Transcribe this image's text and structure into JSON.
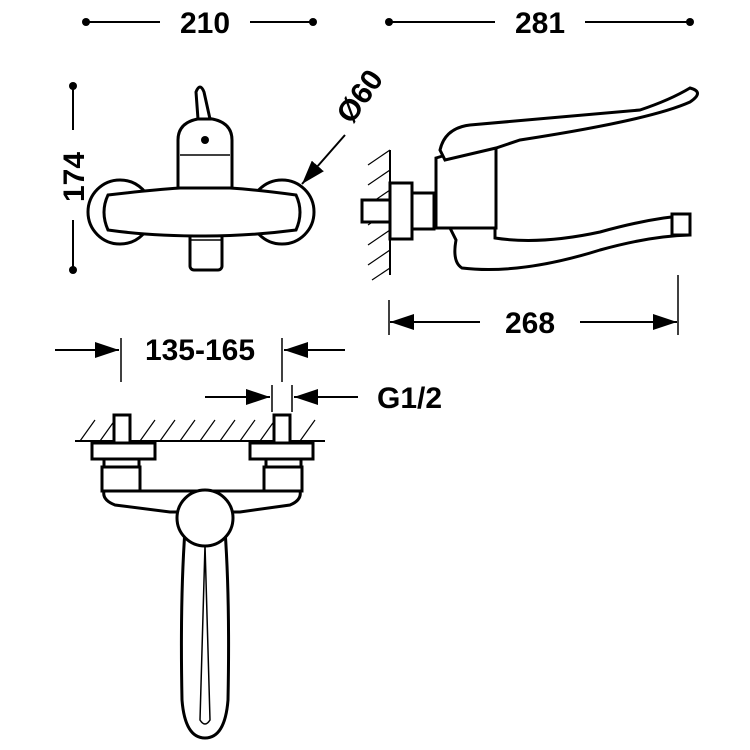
{
  "dimensions": {
    "front_width": "210",
    "side_depth_total": "281",
    "height": "174",
    "escutcheon_diameter": "Ø60",
    "spout_reach": "268",
    "inlet_centers": "135-165",
    "thread": "G1/2"
  },
  "colors": {
    "line": "#000000",
    "background": "#ffffff"
  }
}
